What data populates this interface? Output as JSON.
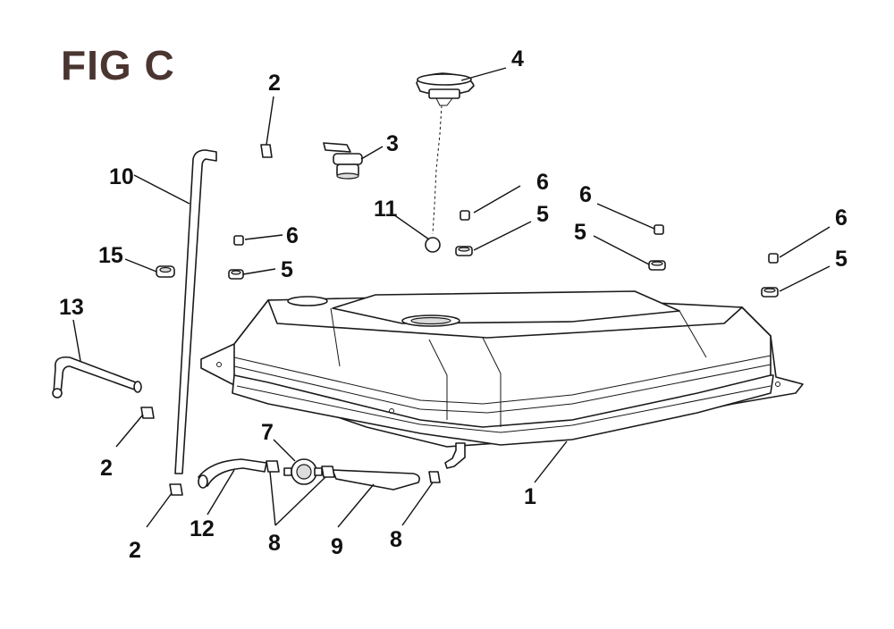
{
  "figure": {
    "title": "FIG C"
  },
  "callouts": {
    "c1": "1",
    "c2a": "2",
    "c2b": "2",
    "c2c": "2",
    "c3": "3",
    "c4": "4",
    "c5a": "5",
    "c5b": "5",
    "c5c": "5",
    "c5d": "5",
    "c6a": "6",
    "c6b": "6",
    "c6c": "6",
    "c6d": "6",
    "c7": "7",
    "c8a": "8",
    "c8b": "8",
    "c9": "9",
    "c10": "10",
    "c11": "11",
    "c12": "12",
    "c13": "13",
    "c15": "15"
  }
}
